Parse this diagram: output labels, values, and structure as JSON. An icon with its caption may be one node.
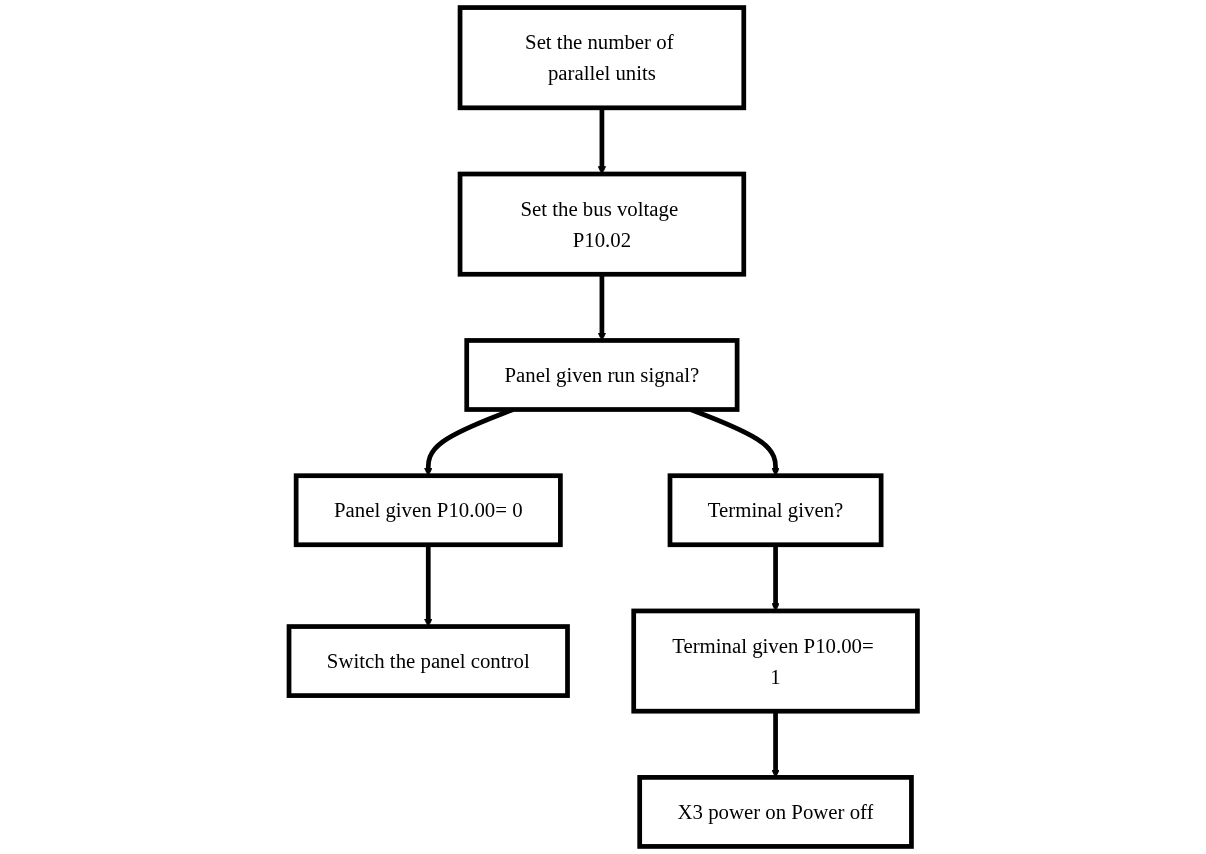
{
  "diagram": {
    "nodes": [
      {
        "text": [
          "Set the number of parallel units"
        ]
      },
      {
        "text": [
          "Set the bus voltage P10.02"
        ]
      },
      {
        "text": [
          "Panel given run signal?"
        ]
      },
      {
        "text": [
          "Panel given P10.00= 0"
        ]
      },
      {
        "text": [
          "Switch the panel control"
        ]
      },
      {
        "text": [
          "Terminal given?"
        ]
      },
      {
        "text": [
          "Terminal given P10.00= 1"
        ]
      },
      {
        "text": [
          "X3 power on Power off"
        ]
      }
    ],
    "edges": [
      {
        "from": 0,
        "to": 1,
        "arrow": "to"
      },
      {
        "from": 1,
        "to": 2,
        "arrow": "to"
      },
      {
        "from": 2,
        "to": 3,
        "arrow": "to"
      },
      {
        "from": 3,
        "to": 4,
        "arrow": "to"
      },
      {
        "from": 2,
        "to": 5,
        "arrow": "to"
      },
      {
        "from": 5,
        "to": 6,
        "arrow": "to"
      },
      {
        "from": 6,
        "to": 7,
        "arrow": "to"
      }
    ]
  }
}
